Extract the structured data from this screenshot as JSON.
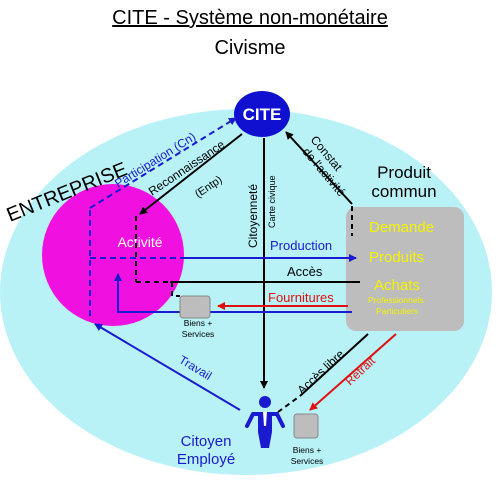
{
  "title": "CITE - Système non-monétaire",
  "subtitle": "Civisme",
  "nodes": {
    "cite": "CITE",
    "entreprise": "ENTREPRISE",
    "activite": "Activité",
    "produit_commun_1": "Produit",
    "produit_commun_2": "commun",
    "demande": "Demande",
    "produits": "Produits",
    "achats": "Achats",
    "professionnels": "Professionnels",
    "particuliers": "Particuliers",
    "citoyen": "Citoyen",
    "employe": "Employé",
    "biens_1": "Biens +",
    "services_1": "Services",
    "biens_2": "Biens +",
    "services_2": "Services"
  },
  "labels": {
    "participation": "Participation (Cn)",
    "reconnaissance": "Reconnaissance",
    "entp": "(Entp)",
    "citoyennete": "Citoyenneté",
    "carte_civique": "Carte civique",
    "constat_1": "Constat",
    "constat_2": "de l'activité",
    "production": "Production",
    "acces": "Accès",
    "fournitures": "Fournitures",
    "travail": "Travail",
    "acces_libre": "Accès libre",
    "retrait": "Retrait"
  },
  "colors": {
    "ellipse": "#b8f2f7",
    "activity": "#f010e0",
    "cite": "#1010d0",
    "box": "#bdbdbd",
    "yellow": "#f4f400",
    "blue": "#1a1ad0",
    "red": "#e01010",
    "black": "#000000"
  }
}
